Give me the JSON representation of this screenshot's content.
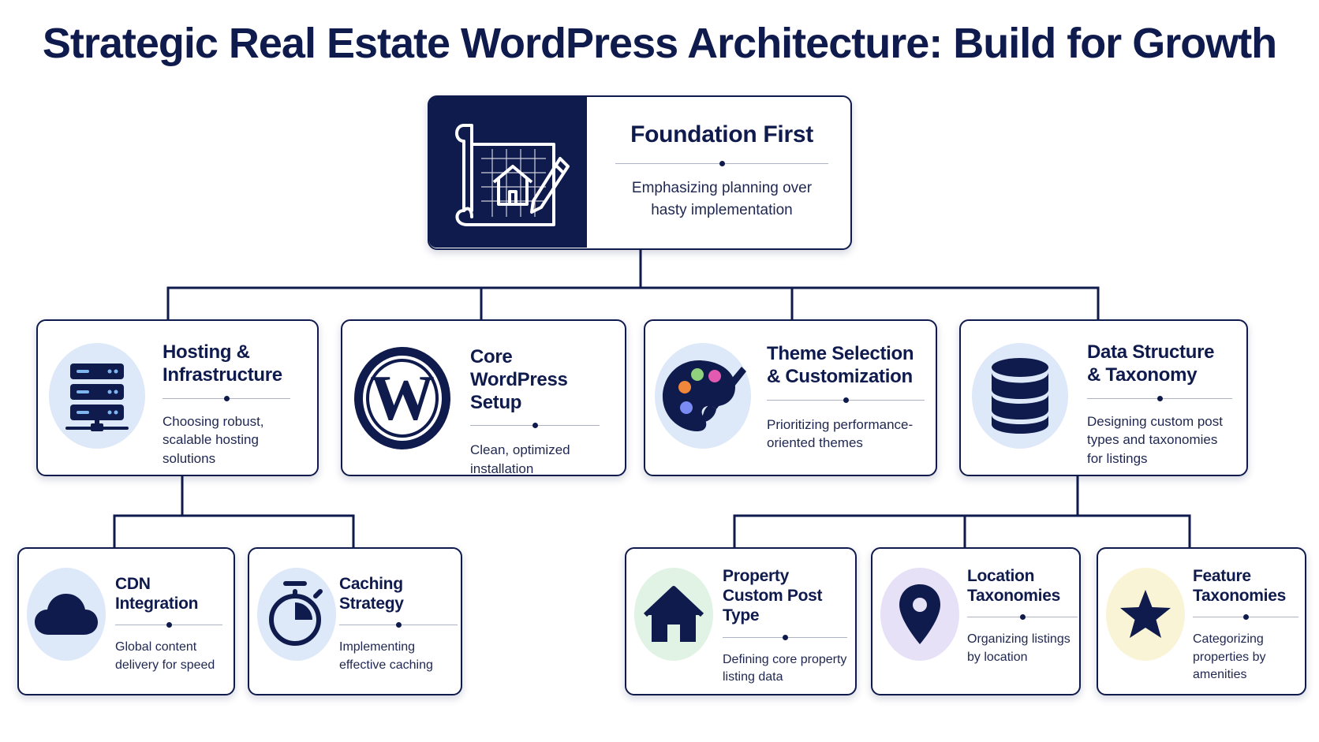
{
  "title": "Strategic Real Estate WordPress Architecture: Build for Growth",
  "root": {
    "heading": "Foundation First",
    "description": "Emphasizing planning over hasty implementation",
    "icon": "blueprint-pencil-icon"
  },
  "level1": [
    {
      "heading": "Hosting & Infrastructure",
      "description": "Choosing robust, scalable hosting solutions",
      "icon": "server-icon"
    },
    {
      "heading": "Core WordPress Setup",
      "description": "Clean, optimized installation",
      "icon": "wordpress-icon"
    },
    {
      "heading": "Theme Selection & Customization",
      "description": "Prioritizing performance-oriented themes",
      "icon": "palette-icon"
    },
    {
      "heading": "Data Structure & Taxonomy",
      "description": "Designing custom post types and taxonomies for listings",
      "icon": "database-icon"
    }
  ],
  "level2": [
    {
      "heading": "CDN Integration",
      "description": "Global content delivery for speed",
      "icon": "cloud-icon"
    },
    {
      "heading": "Caching Strategy",
      "description": "Implementing effective caching",
      "icon": "stopwatch-icon"
    },
    {
      "heading": "Property Custom Post Type",
      "description": "Defining core property listing data",
      "icon": "house-icon"
    },
    {
      "heading": "Location Taxonomies",
      "description": "Organizing listings by location",
      "icon": "map-pin-icon"
    },
    {
      "heading": "Feature Taxonomies",
      "description": "Categorizing properties by amenities",
      "icon": "star-icon"
    }
  ],
  "colors": {
    "navy": "#0f1a4d",
    "icon_bg_blue": "#dde8f8",
    "icon_bg_green": "#e0f3e4",
    "icon_bg_purple": "#e6e1f7",
    "icon_bg_yellow": "#faf4d6"
  }
}
